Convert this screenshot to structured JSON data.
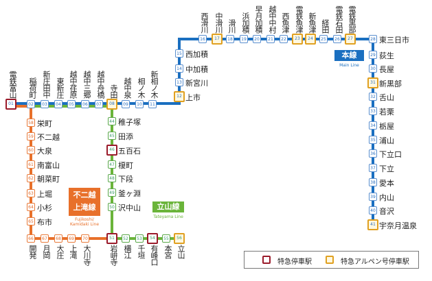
{
  "colors": {
    "main": "#1a6fc0",
    "fujikoshi": "#e8702a",
    "tateyama": "#6ab43a",
    "express": "#9a1a2a",
    "alpen": "#e0a020"
  },
  "lines": {
    "main": {
      "name": "本線",
      "en": "Main Line"
    },
    "fujikoshi": {
      "name1": "不二越",
      "name2": "上滝線",
      "en": "Fujikoshi/ Kamidaki Line"
    },
    "tateyama": {
      "name": "立山線",
      "en": "Tateyama Line"
    }
  },
  "legend": {
    "express": "特急停車駅",
    "alpen": "特急アルペン号停車駅"
  },
  "stations": [
    {
      "no": "01",
      "name": "電鉄富山",
      "mark": "express"
    },
    {
      "no": "02",
      "name": "稲荷町"
    },
    {
      "no": "03",
      "name": "新庄田中"
    },
    {
      "no": "04",
      "name": "東新庄"
    },
    {
      "no": "05",
      "name": "越中荏原"
    },
    {
      "no": "06",
      "name": "越中三郷"
    },
    {
      "no": "07",
      "name": "越中舟橋"
    },
    {
      "no": "08",
      "name": "寺田",
      "mark": "alpen"
    },
    {
      "no": "09",
      "name": "越中泉"
    },
    {
      "no": "10",
      "name": "相ノ木"
    },
    {
      "no": "11",
      "name": "新相ノ木"
    },
    {
      "no": "12",
      "name": "上市",
      "mark": "alpen"
    },
    {
      "no": "13",
      "name": "新宮川"
    },
    {
      "no": "14",
      "name": "中加積"
    },
    {
      "no": "15",
      "name": "西加積"
    },
    {
      "no": "16",
      "name": "西滑川"
    },
    {
      "no": "17",
      "name": "中滑川",
      "mark": "alpen"
    },
    {
      "no": "18",
      "name": "滑川"
    },
    {
      "no": "19",
      "name": "浜加積"
    },
    {
      "no": "20",
      "name": "早月加積"
    },
    {
      "no": "21",
      "name": "越中中村"
    },
    {
      "no": "22",
      "name": "西魚津"
    },
    {
      "no": "23",
      "name": "電鉄魚津",
      "mark": "alpen"
    },
    {
      "no": "24",
      "name": "新魚津",
      "mark": "alpen"
    },
    {
      "no": "25",
      "name": "経田"
    },
    {
      "no": "26",
      "name": "電鉄石田"
    },
    {
      "no": "27",
      "name": "電鉄黒部",
      "mark": "alpen"
    },
    {
      "no": "28",
      "name": "東三日市"
    },
    {
      "no": "29",
      "name": "荻生"
    },
    {
      "no": "30",
      "name": "長屋"
    },
    {
      "no": "31",
      "name": "新黒部",
      "mark": "alpen"
    },
    {
      "no": "32",
      "name": "舌山"
    },
    {
      "no": "33",
      "name": "若栗"
    },
    {
      "no": "34",
      "name": "栃屋"
    },
    {
      "no": "35",
      "name": "浦山"
    },
    {
      "no": "36",
      "name": "下立口"
    },
    {
      "no": "37",
      "name": "下立"
    },
    {
      "no": "38",
      "name": "愛本"
    },
    {
      "no": "39",
      "name": "内山"
    },
    {
      "no": "40",
      "name": "音沢"
    },
    {
      "no": "41",
      "name": "宇奈月温泉",
      "mark": "alpen"
    },
    {
      "no": "44",
      "name": "稚子塚"
    },
    {
      "no": "45",
      "name": "田添"
    },
    {
      "no": "46",
      "name": "五百石",
      "mark": "express"
    },
    {
      "no": "47",
      "name": "榎町"
    },
    {
      "no": "48",
      "name": "下段"
    },
    {
      "no": "49",
      "name": "釜ヶ淵"
    },
    {
      "no": "50",
      "name": "沢中山"
    },
    {
      "no": "51",
      "name": "岩峅寺",
      "mark": "express"
    },
    {
      "no": "52",
      "name": "横江"
    },
    {
      "no": "53",
      "name": "千垣"
    },
    {
      "no": "54",
      "name": "有峰口",
      "mark": "express"
    },
    {
      "no": "55",
      "name": "本宮"
    },
    {
      "no": "56",
      "name": "立山",
      "mark": "alpen"
    },
    {
      "no": "58",
      "name": "栄町"
    },
    {
      "no": "59",
      "name": "不二越"
    },
    {
      "no": "60",
      "name": "大泉"
    },
    {
      "no": "61",
      "name": "南富山"
    },
    {
      "no": "62",
      "name": "朝菜町"
    },
    {
      "no": "63",
      "name": "上堀"
    },
    {
      "no": "64",
      "name": "小杉"
    },
    {
      "no": "65",
      "name": "布市"
    },
    {
      "no": "66",
      "name": "開発"
    },
    {
      "no": "67",
      "name": "月岡"
    },
    {
      "no": "68",
      "name": "大庄"
    },
    {
      "no": "69",
      "name": "上滝"
    },
    {
      "no": "70",
      "name": "大川寺"
    }
  ]
}
